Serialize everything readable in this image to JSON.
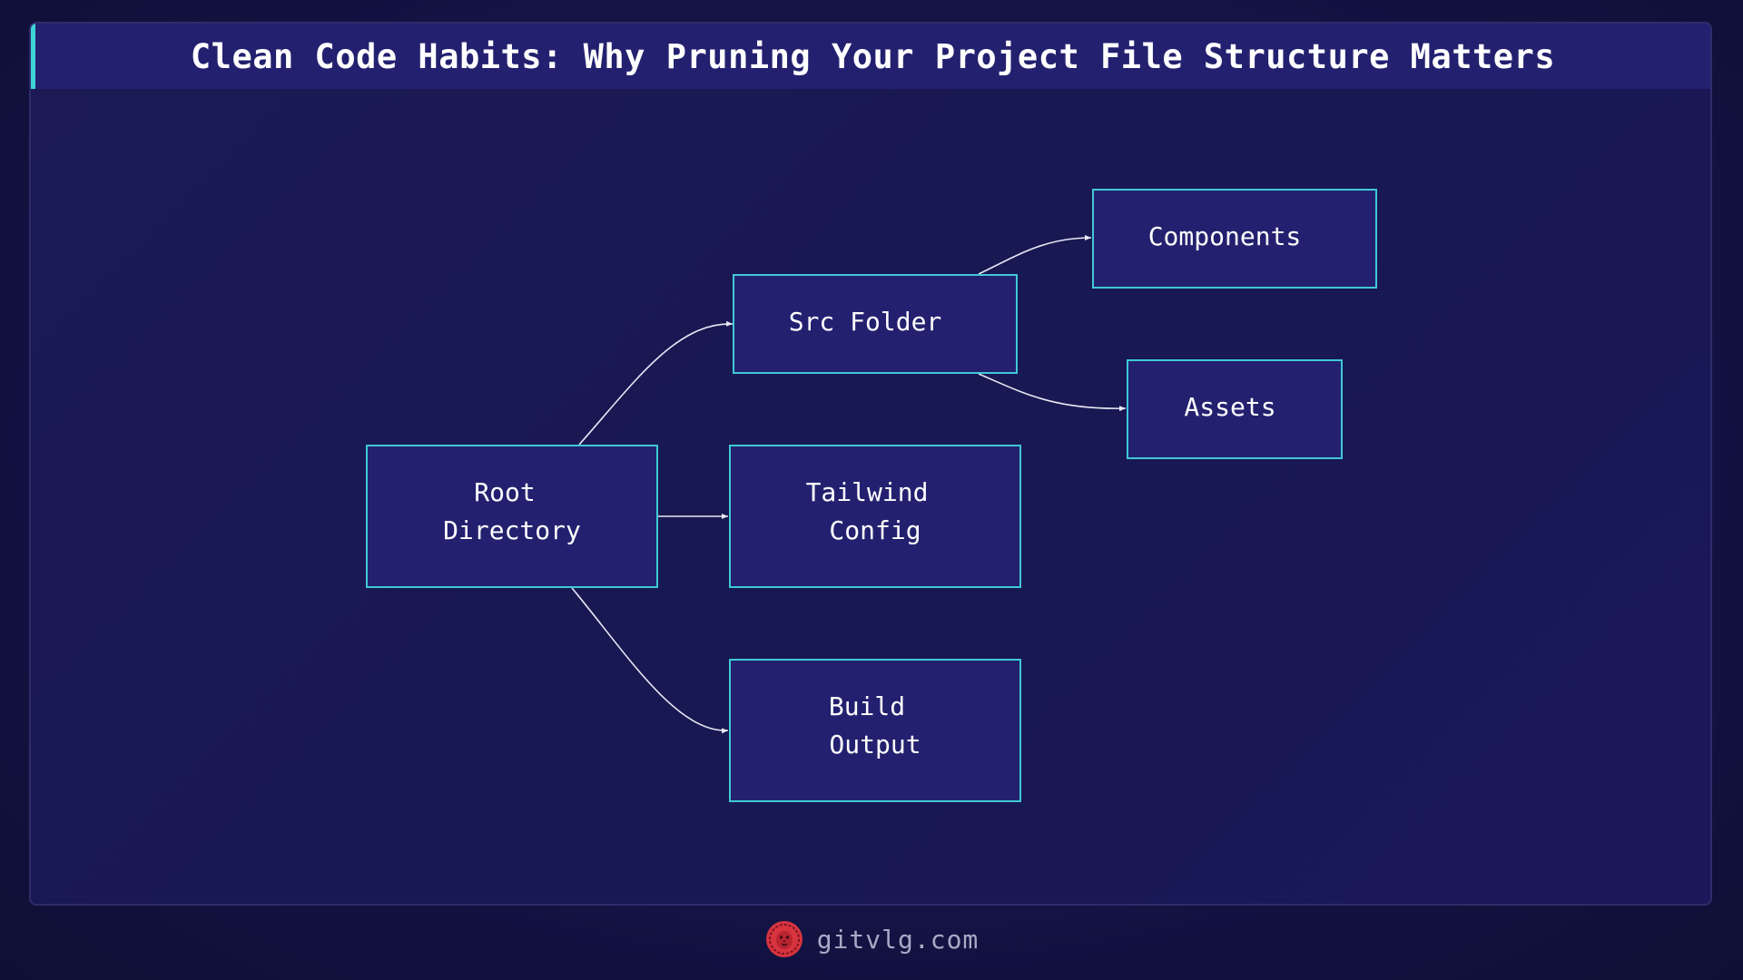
{
  "title": "Clean Code Habits: Why Pruning Your Project File Structure Matters",
  "colors": {
    "node_fill": "#23216f",
    "node_border": "#3fc9d6",
    "accent": "#3fd3d6",
    "edge": "#e8e8f4",
    "background": "#181852",
    "footer_text": "#a9a9c6",
    "logo": "#d8343f"
  },
  "nodes": {
    "root": {
      "lines": [
        "Root",
        "Directory"
      ]
    },
    "src": {
      "lines": [
        "Src Folder"
      ]
    },
    "tailwind": {
      "lines": [
        "Tailwind",
        "Config"
      ]
    },
    "build": {
      "lines": [
        "Build",
        "Output"
      ]
    },
    "components": {
      "lines": [
        "Components"
      ]
    },
    "assets": {
      "lines": [
        "Assets"
      ]
    }
  },
  "edges": [
    {
      "from": "root",
      "to": "src"
    },
    {
      "from": "root",
      "to": "tailwind"
    },
    {
      "from": "root",
      "to": "build"
    },
    {
      "from": "src",
      "to": "components"
    },
    {
      "from": "src",
      "to": "assets"
    }
  ],
  "footer": {
    "site": "gitvlg.com",
    "logo_icon": "lion-head-icon"
  }
}
